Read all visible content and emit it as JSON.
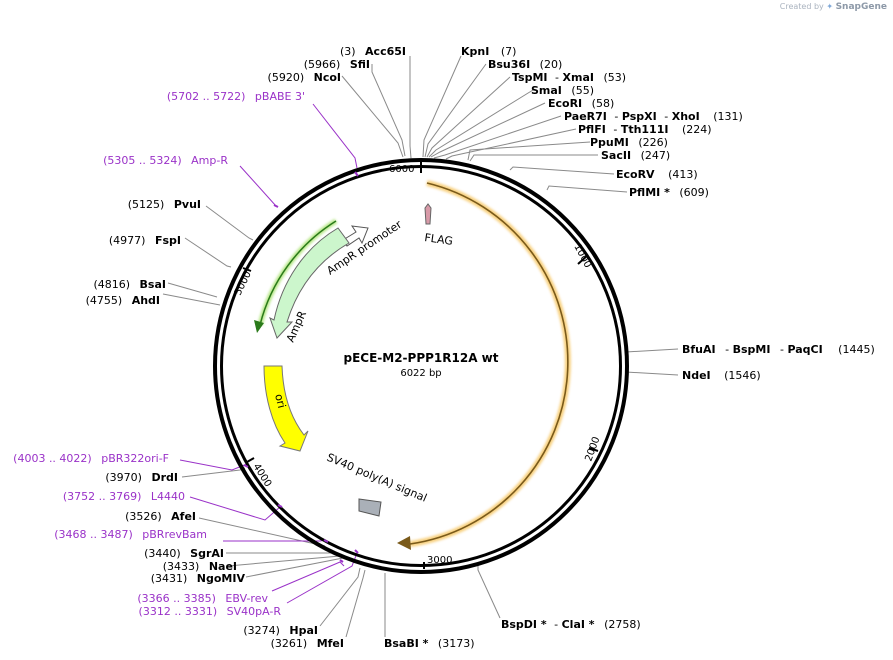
{
  "credit": {
    "prefix": "Created by",
    "brand": "SnapGene"
  },
  "plasmid": {
    "name": "pECE-M2-PPP1R12A wt",
    "size": "6022 bp"
  },
  "ticks": [
    "1000",
    "2000",
    "3000",
    "4000",
    "5000",
    "6000"
  ],
  "features": {
    "flag": "FLAG",
    "ampr_promoter": "AmpR promoter",
    "ampr": "AmpR",
    "ori": "ori",
    "sv40": "SV40 poly(A) signal"
  },
  "sites": {
    "acc65i": {
      "pos": "(3)",
      "name": "Acc65I"
    },
    "sfii": {
      "pos": "(5966)",
      "name": "SfiI"
    },
    "ncoi": {
      "pos": "(5920)",
      "name": "NcoI"
    },
    "kpni": {
      "name": "KpnI",
      "pos": "(7)"
    },
    "bsu36i": {
      "name": "Bsu36I",
      "pos": "(20)"
    },
    "tspmi": {
      "name": "TspMI",
      "sep": "-",
      "name2": "XmaI",
      "pos": "(53)"
    },
    "smai": {
      "name": "SmaI",
      "pos": "(55)"
    },
    "ecori": {
      "name": "EcoRI",
      "pos": "(58)"
    },
    "paer7i": {
      "name": "PaeR7I",
      "sep": "-",
      "name2": "PspXI",
      "sep2": "-",
      "name3": "XhoI",
      "pos": "(131)"
    },
    "pflfi": {
      "name": "PflFI",
      "sep": "-",
      "name2": "Tth111I",
      "pos": "(224)"
    },
    "ppumi": {
      "name": "PpuMI",
      "pos": "(226)"
    },
    "sacii": {
      "name": "SacII",
      "pos": "(247)"
    },
    "ecorv": {
      "name": "EcoRV",
      "pos": "(413)"
    },
    "pflmi": {
      "name": "PflMI *",
      "pos": "(609)"
    },
    "bfuai": {
      "name": "BfuAI",
      "sep": "-",
      "name2": "BspMI",
      "sep2": "-",
      "name3": "PaqCI",
      "pos": "(1445)"
    },
    "ndei": {
      "name": "NdeI",
      "pos": "(1546)"
    },
    "bspdi": {
      "name": "BspDI *",
      "sep": "-",
      "name2": "ClaI *",
      "pos": "(2758)"
    },
    "bsabi": {
      "name": "BsaBI *",
      "pos": "(3173)"
    },
    "mfei": {
      "pos": "(3261)",
      "name": "MfeI"
    },
    "hpai": {
      "pos": "(3274)",
      "name": "HpaI"
    },
    "ngomiv": {
      "pos": "(3431)",
      "name": "NgoMIV"
    },
    "naei": {
      "pos": "(3433)",
      "name": "NaeI"
    },
    "sgrai": {
      "pos": "(3440)",
      "name": "SgrAI"
    },
    "afei": {
      "pos": "(3526)",
      "name": "AfeI"
    },
    "drdi": {
      "pos": "(3970)",
      "name": "DrdI"
    },
    "ahdi": {
      "pos": "(4755)",
      "name": "AhdI"
    },
    "bsai": {
      "pos": "(4816)",
      "name": "BsaI"
    },
    "fspi": {
      "pos": "(4977)",
      "name": "FspI"
    },
    "pvui": {
      "pos": "(5125)",
      "name": "PvuI"
    }
  },
  "primers": {
    "pbabe3": {
      "range": "(5702 .. 5722)",
      "name": "pBABE 3'"
    },
    "ampr": {
      "range": "(5305 .. 5324)",
      "name": "Amp-R"
    },
    "pbr322ori": {
      "range": "(4003 .. 4022)",
      "name": "pBR322ori-F"
    },
    "l4440": {
      "range": "(3752 .. 3769)",
      "name": "L4440"
    },
    "pbrrevbam": {
      "range": "(3468 .. 3487)",
      "name": "pBRrevBam"
    },
    "ebvrev": {
      "range": "(3366 .. 3385)",
      "name": "EBV-rev"
    },
    "sv40par": {
      "range": "(3312 .. 3331)",
      "name": "SV40pA-R"
    }
  },
  "colors": {
    "backbone": "#000000",
    "insert": "#f6c55e",
    "ampr": "#ccf6cc",
    "ori": "#ffff00",
    "primer": "#9a32c8",
    "flag": "#d89aa8",
    "sv40": "#aab0b8"
  }
}
